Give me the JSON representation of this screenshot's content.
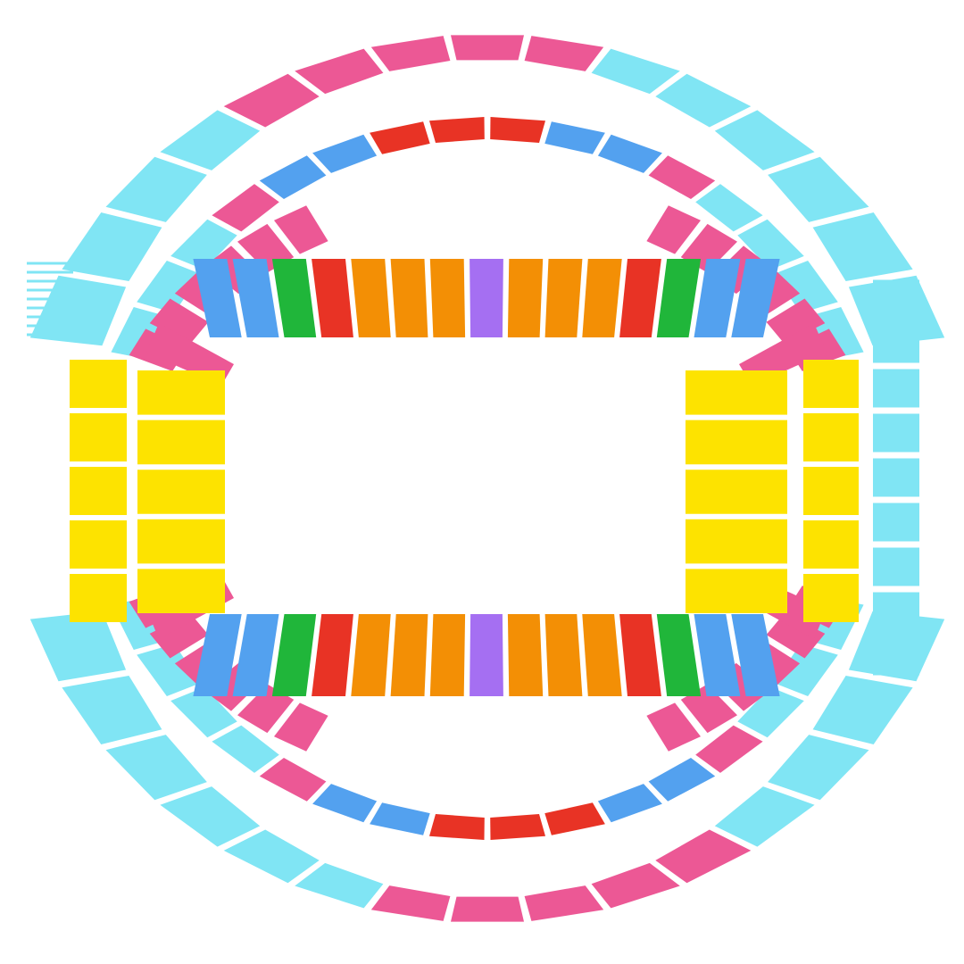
{
  "seat_map": {
    "colors": {
      "cyan": "#80e5f4",
      "pink": "#ec5895",
      "red": "#e83325",
      "blue": "#53a1ef",
      "orange": "#f38f05",
      "green": "#20b63a",
      "purple": "#a56ff2",
      "yellow": "#fde300"
    },
    "tiers": [
      {
        "tier": "upper-outer",
        "arcs": [
          {
            "side": "north",
            "colors": [
              "cyan",
              "cyan",
              "cyan",
              "cyan",
              "pink",
              "pink",
              "pink",
              "pink",
              "pink",
              "cyan",
              "cyan",
              "cyan",
              "cyan",
              "cyan",
              "cyan"
            ]
          },
          {
            "side": "south",
            "colors": [
              "cyan",
              "cyan",
              "cyan",
              "cyan",
              "pink",
              "pink",
              "pink",
              "pink",
              "pink",
              "cyan",
              "cyan",
              "cyan",
              "cyan",
              "cyan",
              "cyan"
            ]
          }
        ]
      },
      {
        "tier": "upper-inner",
        "arcs": [
          {
            "side": "north",
            "colors": [
              "cyan",
              "cyan",
              "cyan",
              "pink",
              "blue",
              "blue",
              "red",
              "red",
              "red",
              "blue",
              "blue",
              "pink",
              "cyan",
              "cyan",
              "cyan",
              "cyan"
            ]
          },
          {
            "side": "south",
            "colors": [
              "cyan",
              "cyan",
              "cyan",
              "pink",
              "blue",
              "blue",
              "red",
              "red",
              "red",
              "blue",
              "blue",
              "pink",
              "cyan",
              "cyan",
              "cyan",
              "cyan"
            ]
          }
        ]
      },
      {
        "tier": "upper-sides",
        "arcs": [
          {
            "side": "east",
            "colors": [
              "cyan",
              "cyan",
              "cyan",
              "cyan",
              "cyan",
              "cyan",
              "cyan",
              "cyan",
              "cyan"
            ]
          },
          {
            "side": "west",
            "colors": [
              "cyan",
              "cyan",
              "cyan",
              "cyan",
              "cyan",
              "cyan",
              "cyan",
              "cyan",
              "cyan"
            ]
          }
        ]
      },
      {
        "tier": "middle-corners",
        "arcs": [
          {
            "side": "northwest",
            "colors": [
              "pink",
              "pink",
              "pink",
              "pink",
              "pink",
              "pink"
            ]
          },
          {
            "side": "northeast",
            "colors": [
              "pink",
              "pink",
              "pink",
              "pink",
              "pink",
              "pink"
            ]
          },
          {
            "side": "southwest",
            "colors": [
              "pink",
              "pink",
              "pink",
              "pink",
              "pink",
              "pink"
            ]
          },
          {
            "side": "southeast",
            "colors": [
              "pink",
              "pink",
              "pink",
              "pink",
              "pink",
              "pink"
            ]
          }
        ]
      },
      {
        "tier": "lower-bowl",
        "arcs": [
          {
            "side": "north",
            "colors": [
              "blue",
              "blue",
              "green",
              "red",
              "orange",
              "orange",
              "orange",
              "purple",
              "orange",
              "orange",
              "orange",
              "red",
              "green",
              "blue",
              "blue"
            ]
          },
          {
            "side": "south",
            "colors": [
              "blue",
              "blue",
              "green",
              "red",
              "orange",
              "orange",
              "orange",
              "purple",
              "orange",
              "orange",
              "orange",
              "red",
              "green",
              "blue",
              "blue"
            ]
          },
          {
            "side": "northwest-corner",
            "colors": [
              "pink"
            ]
          },
          {
            "side": "northeast-corner",
            "colors": [
              "pink"
            ]
          },
          {
            "side": "southwest-corner",
            "colors": [
              "pink"
            ]
          },
          {
            "side": "southeast-corner",
            "colors": [
              "pink"
            ]
          }
        ]
      },
      {
        "tier": "end-zones",
        "arcs": [
          {
            "side": "west-inner",
            "colors": [
              "yellow",
              "yellow",
              "yellow",
              "yellow",
              "yellow"
            ]
          },
          {
            "side": "west-outer",
            "colors": [
              "yellow",
              "yellow",
              "yellow",
              "yellow",
              "yellow"
            ]
          },
          {
            "side": "east-inner",
            "colors": [
              "yellow",
              "yellow",
              "yellow",
              "yellow",
              "yellow"
            ]
          },
          {
            "side": "east-outer",
            "colors": [
              "yellow",
              "yellow",
              "yellow",
              "yellow",
              "yellow"
            ]
          }
        ]
      }
    ]
  }
}
